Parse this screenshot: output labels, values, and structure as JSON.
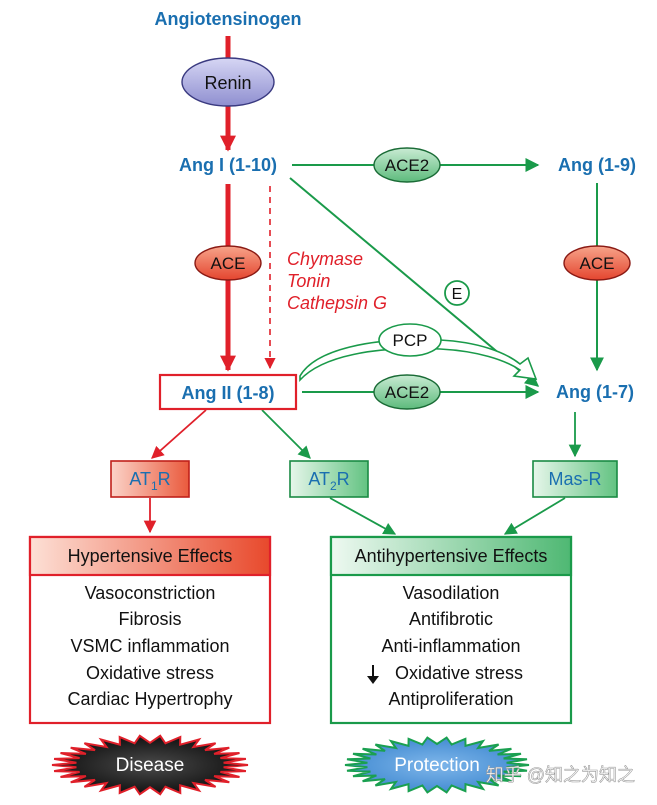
{
  "nodes": {
    "angiotensinogen": "Angiotensinogen",
    "ang1": "Ang I (1-10)",
    "ang2": "Ang II (1-8)",
    "ang19": "Ang (1-9)",
    "ang17": "Ang (1-7)"
  },
  "enzymes": {
    "renin": "Renin",
    "ace_left": "ACE",
    "ace2_top": "ACE2",
    "ace_right": "ACE",
    "ace2_middle": "ACE2",
    "pcp": "PCP",
    "e": "E",
    "alt": [
      "Chymase",
      "Tonin",
      "Cathepsin G"
    ]
  },
  "receptors": {
    "at1r": {
      "main": "AT",
      "sub": "1",
      "tail": "R"
    },
    "at2r": {
      "main": "AT",
      "sub": "2",
      "tail": "R"
    },
    "masr": "Mas-R"
  },
  "hypertensive": {
    "title": "Hypertensive Effects",
    "items": [
      "Vasoconstriction",
      "Fibrosis",
      "VSMC inflammation",
      "Oxidative stress",
      "Cardiac Hypertrophy"
    ]
  },
  "antihypertensive": {
    "title": "Antihypertensive Effects",
    "items": [
      "Vasodilation",
      "Antifibrotic",
      "Anti-inflammation",
      "Oxidative stress",
      "Antiproliferation"
    ]
  },
  "outcomes": {
    "disease": "Disease",
    "protection": "Protection"
  },
  "watermark": "知乎 @知之为知之",
  "colors": {
    "red": "#e0202a",
    "green": "#1a9a4a",
    "blue": "#1a6fb0"
  }
}
